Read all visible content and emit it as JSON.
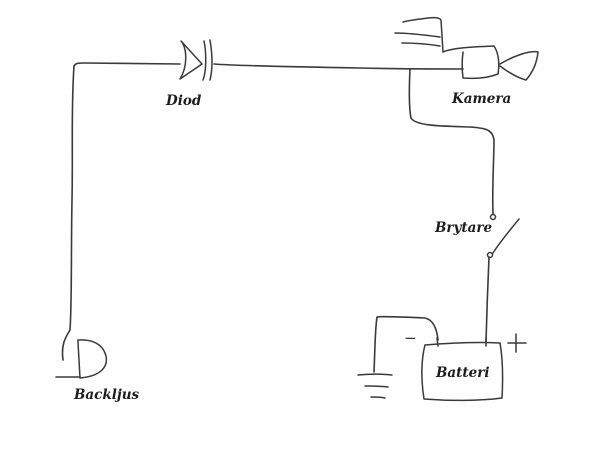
{
  "diagram": {
    "labels": {
      "diod": "Diod",
      "kamera": "Kamera",
      "brytare": "Brytare",
      "batteri": "Batteri",
      "backljus": "Backljus"
    },
    "terminals": {
      "negative": "−",
      "positive": "+"
    },
    "style": {
      "background": "#fefefe",
      "ink": "#3a3a3a"
    }
  }
}
